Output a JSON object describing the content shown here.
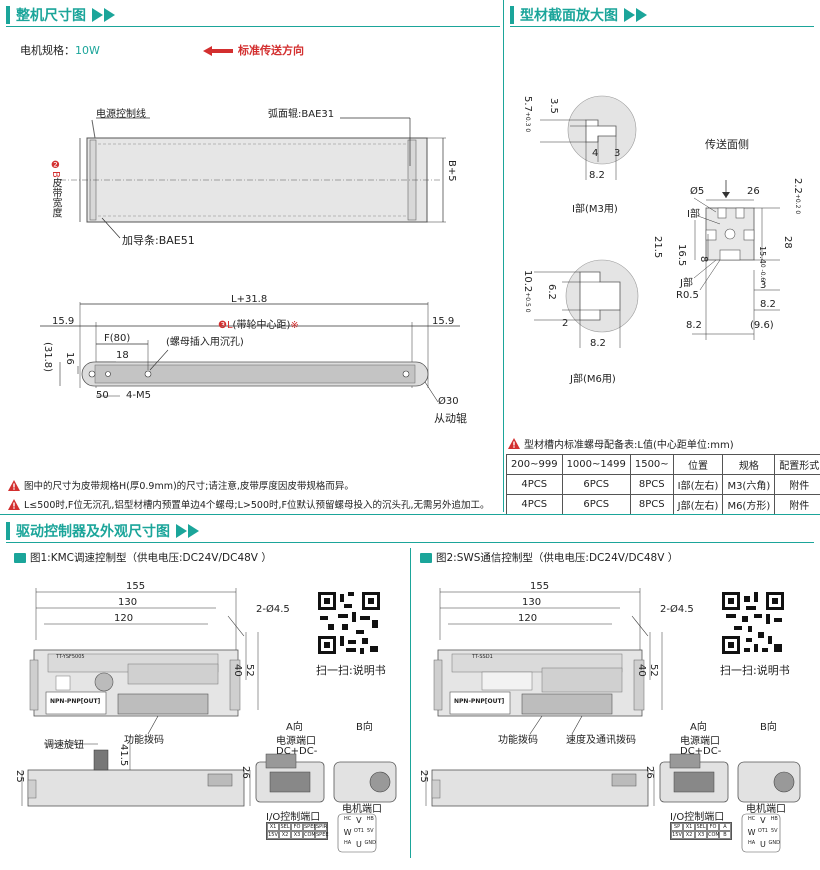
{
  "sections": {
    "main": "整机尺寸图",
    "profile": "型材截面放大图",
    "driver": "驱动控制器及外观尺寸图"
  },
  "main": {
    "motor_spec_label": "电机规格：",
    "motor_spec_value": "10W",
    "direction": "标准传送方向",
    "power_line": "电源控制线",
    "arc_roller": "弧面辊:BAE31",
    "guide_strip": "加导条:BAE51",
    "belt_width_marker": "❷B",
    "belt_width": "皮带宽度",
    "b_plus": "B+5",
    "l_total": "L+31.8",
    "l_center_marker": "❸L",
    "l_center": "(带轮中心距)",
    "l_center_mark": "※",
    "dim_15_9_left": "15.9",
    "dim_15_9_right": "15.9",
    "f80": "F(80)",
    "dim_18": "18",
    "nut_hole": "(螺母插入用沉孔)",
    "dim_31_8": "(31.8)",
    "dim_16": "16",
    "dim_50": "50",
    "m5": "4-M5",
    "dia30": "Ø30",
    "driven_roller": "从动辊",
    "notes": [
      "图中的尺寸为皮带规格H(厚0.9mm)的尺寸;请注意,皮带厚度因皮带规格而异。",
      "L≤500时,F位无沉孔,铝型材槽内预置单边4个螺母;L>500时,F位默认预留螺母投入的沉头孔,无需另外追加工。"
    ]
  },
  "profile": {
    "i_dim_57": "5.7",
    "i_dim_57_tol": "+0.3 0",
    "i_dim_35": "3.5",
    "i_dim_4": "4",
    "i_dim_3": "3",
    "i_dim_82": "8.2",
    "i_label": "I部(M3用)",
    "conveying_side": "传送面侧",
    "dia5": "Ø5",
    "i_part": "I部",
    "j_part": "J部",
    "r05": "R0.5",
    "d26": "26",
    "d22": "2.2",
    "d22_tol": "+0.2 0",
    "d215": "21.5",
    "d165": "16.5",
    "d8v": "8",
    "d154": "15.4",
    "d154_tol": "0 -0.6",
    "d28": "28",
    "d3": "3",
    "d82a": "8.2",
    "d82b": "8.2",
    "d96": "(9.6)",
    "j_dim_102": "10.2",
    "j_dim_102_tol": "+0.5 0",
    "j_dim_62": "6.2",
    "j_dim_2": "2",
    "j_dim_82": "8.2",
    "j_label": "J部(M6用)",
    "table_caption": "型材槽内标准螺母配备表:L值(中心距单位:mm)",
    "table_headers": [
      "200~999",
      "1000~1499",
      "1500~",
      "位置",
      "规格",
      "配置形式"
    ],
    "table_rows": [
      [
        "4PCS",
        "6PCS",
        "8PCS",
        "I部(左右)",
        "M3(六角)",
        "附件"
      ],
      [
        "4PCS",
        "6PCS",
        "8PCS",
        "J部(左右)",
        "M6(方形)",
        "附件"
      ]
    ]
  },
  "driver": {
    "fig1_title": "图1:KMC调速控制型（供电电压:DC24V/DC48V ）",
    "fig2_title": "图2:SWS通信控制型（供电电压:DC24V/DC48V ）",
    "d155": "155",
    "d130": "130",
    "d120": "120",
    "holes": "2-Ø4.5",
    "d40": "40",
    "d52": "52",
    "scan": "扫一扫:说明书",
    "func_dip": "功能拨码",
    "speed_dip": "速度及通讯拨码",
    "speed_knob": "调速旋钮",
    "d415": "41.5",
    "d25": "25",
    "d26": "26",
    "view_a": "A向",
    "view_b": "B向",
    "power_port": "电源端口",
    "dc_pins": "DC+DC-",
    "io_port": "I/O控制端口",
    "motor_port": "电机端口",
    "npn_label": "NPN-PNP[OUT]",
    "model1": "TT-YSF5005",
    "model2": "TT-SSD1",
    "io1_row1": [
      "X1",
      "SEL",
      "FO",
      "SPEE",
      "SPIR"
    ],
    "io1_row2": [
      "15V",
      "X2",
      "X3",
      "COM",
      "SPEE"
    ],
    "io2_row1": [
      "SP",
      "X1",
      "SEL",
      "FO",
      "A"
    ],
    "io2_row2": [
      "15V",
      "X2",
      "X3",
      "COM",
      "B"
    ],
    "motor_pins": [
      "HC",
      "V",
      "HB",
      "W",
      "OT1",
      "5V",
      "HA",
      "U",
      "GND"
    ]
  },
  "colors": {
    "accent": "#1ba59a",
    "marker": "#d32f2f"
  }
}
